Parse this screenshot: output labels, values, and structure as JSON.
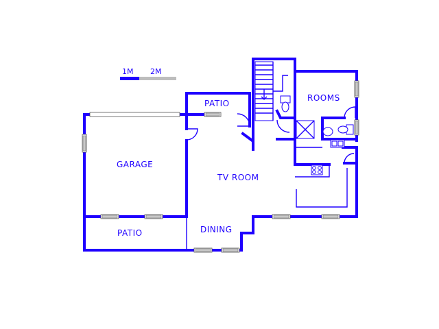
{
  "rooms": {
    "garage": "GARAGE",
    "patio_top": "PATIO",
    "patio_bottom": "PATIO",
    "tv_room": "TV ROOM",
    "dining": "DINING",
    "rooms": "ROOMS"
  },
  "scale": {
    "label_1": "1M",
    "label_2": "2M"
  },
  "colors": {
    "wall": "#1f00ff",
    "scale_grey": "#bdbdbd"
  }
}
